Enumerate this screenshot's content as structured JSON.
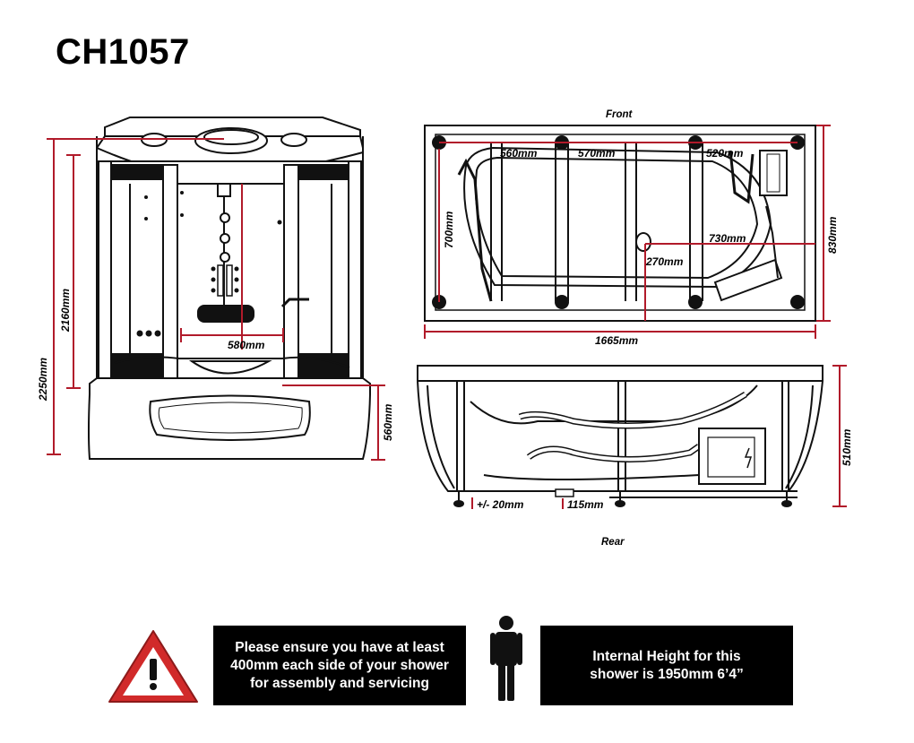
{
  "title": "CH1057",
  "views": {
    "front_label": "Front",
    "rear_label": "Rear"
  },
  "dimensions": {
    "overall_height": "2250mm",
    "cabin_height": "2160mm",
    "tray_height": "560mm",
    "seat_width": "580mm",
    "span_left": "560mm",
    "span_mid": "570mm",
    "span_right": "520mm",
    "depth_inner": "700mm",
    "depth_outer": "830mm",
    "seat_depth": "730mm",
    "seat_offset": "270mm",
    "overall_width": "1665mm",
    "bath_height": "510mm",
    "foot_adjust": "+/- 20mm",
    "foot_height": "115mm"
  },
  "notices": {
    "clearance": "Please ensure you have at least 400mm each side of your shower for assembly and servicing",
    "internal_height": "Internal Height for this shower is 1950mm 6’4”"
  },
  "colors": {
    "dimension_line": "#b11a2a",
    "warning_red": "#d12a2a",
    "outline": "#111111"
  },
  "icons": {
    "warning": "warning-triangle-icon",
    "person": "person-icon"
  }
}
